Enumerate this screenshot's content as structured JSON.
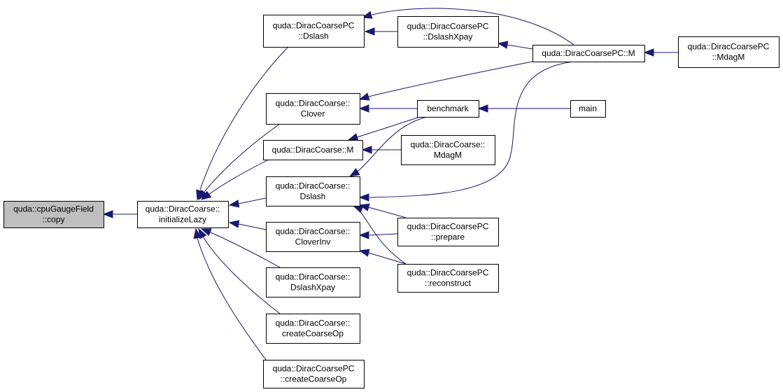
{
  "colors": {
    "edge": "#191970",
    "highlight_fill": "#bfbfbf",
    "node_fill": "#ffffff",
    "node_border": "#000000"
  },
  "nodes": {
    "cpuGaugeField_copy": {
      "lines": [
        "quda::cpuGaugeField",
        "::copy"
      ],
      "highlighted": true
    },
    "DiracCoarse_initializeLazy": {
      "lines": [
        "quda::DiracCoarse::",
        "initializeLazy"
      ]
    },
    "DiracCoarsePC_Dslash": {
      "lines": [
        "quda::DiracCoarsePC",
        "::Dslash"
      ]
    },
    "DiracCoarse_Clover": {
      "lines": [
        "quda::DiracCoarse::",
        "Clover"
      ]
    },
    "DiracCoarse_M": {
      "lines": [
        "quda::DiracCoarse::M"
      ]
    },
    "DiracCoarse_Dslash": {
      "lines": [
        "quda::DiracCoarse::",
        "Dslash"
      ]
    },
    "DiracCoarse_CloverInv": {
      "lines": [
        "quda::DiracCoarse::",
        "CloverInv"
      ]
    },
    "DiracCoarse_DslashXpay": {
      "lines": [
        "quda::DiracCoarse::",
        "DslashXpay"
      ]
    },
    "DiracCoarse_createCoarseOp": {
      "lines": [
        "quda::DiracCoarse::",
        "createCoarseOp"
      ]
    },
    "DiracCoarsePC_createCoarseOp": {
      "lines": [
        "quda::DiracCoarsePC",
        "::createCoarseOp"
      ]
    },
    "DiracCoarsePC_DslashXpay": {
      "lines": [
        "quda::DiracCoarsePC",
        "::DslashXpay"
      ]
    },
    "benchmark": {
      "lines": [
        "benchmark"
      ]
    },
    "DiracCoarse_MdagM": {
      "lines": [
        "quda::DiracCoarse::",
        "MdagM"
      ]
    },
    "DiracCoarsePC_prepare": {
      "lines": [
        "quda::DiracCoarsePC",
        "::prepare"
      ]
    },
    "DiracCoarsePC_reconstruct": {
      "lines": [
        "quda::DiracCoarsePC",
        "::reconstruct"
      ]
    },
    "DiracCoarsePC_M": {
      "lines": [
        "quda::DiracCoarsePC::M"
      ]
    },
    "main": {
      "lines": [
        "main"
      ]
    },
    "DiracCoarsePC_MdagM": {
      "lines": [
        "quda::DiracCoarsePC",
        "::MdagM"
      ]
    }
  },
  "edges": [
    {
      "from": "DiracCoarse_initializeLazy",
      "to": "cpuGaugeField_copy"
    },
    {
      "from": "DiracCoarsePC_Dslash",
      "to": "DiracCoarse_initializeLazy"
    },
    {
      "from": "DiracCoarse_Clover",
      "to": "DiracCoarse_initializeLazy"
    },
    {
      "from": "DiracCoarse_M",
      "to": "DiracCoarse_initializeLazy"
    },
    {
      "from": "DiracCoarse_Dslash",
      "to": "DiracCoarse_initializeLazy"
    },
    {
      "from": "DiracCoarse_CloverInv",
      "to": "DiracCoarse_initializeLazy"
    },
    {
      "from": "DiracCoarse_DslashXpay",
      "to": "DiracCoarse_initializeLazy"
    },
    {
      "from": "DiracCoarse_createCoarseOp",
      "to": "DiracCoarse_initializeLazy"
    },
    {
      "from": "DiracCoarsePC_createCoarseOp",
      "to": "DiracCoarse_initializeLazy"
    },
    {
      "from": "DiracCoarsePC_DslashXpay",
      "to": "DiracCoarsePC_Dslash"
    },
    {
      "from": "DiracCoarsePC_M",
      "to": "DiracCoarsePC_Dslash"
    },
    {
      "from": "DiracCoarsePC_M",
      "to": "DiracCoarsePC_DslashXpay"
    },
    {
      "from": "DiracCoarsePC_MdagM",
      "to": "DiracCoarsePC_M"
    },
    {
      "from": "DiracCoarsePC_M",
      "to": "DiracCoarse_Clover"
    },
    {
      "from": "benchmark",
      "to": "DiracCoarse_Clover"
    },
    {
      "from": "main",
      "to": "benchmark"
    },
    {
      "from": "benchmark",
      "to": "DiracCoarse_M"
    },
    {
      "from": "DiracCoarse_MdagM",
      "to": "DiracCoarse_M"
    },
    {
      "from": "benchmark",
      "to": "DiracCoarse_Dslash"
    },
    {
      "from": "DiracCoarsePC_M",
      "to": "DiracCoarse_Dslash"
    },
    {
      "from": "DiracCoarsePC_prepare",
      "to": "DiracCoarse_Dslash"
    },
    {
      "from": "DiracCoarsePC_reconstruct",
      "to": "DiracCoarse_Dslash"
    },
    {
      "from": "DiracCoarsePC_prepare",
      "to": "DiracCoarse_CloverInv"
    },
    {
      "from": "DiracCoarsePC_reconstruct",
      "to": "DiracCoarse_CloverInv"
    }
  ]
}
